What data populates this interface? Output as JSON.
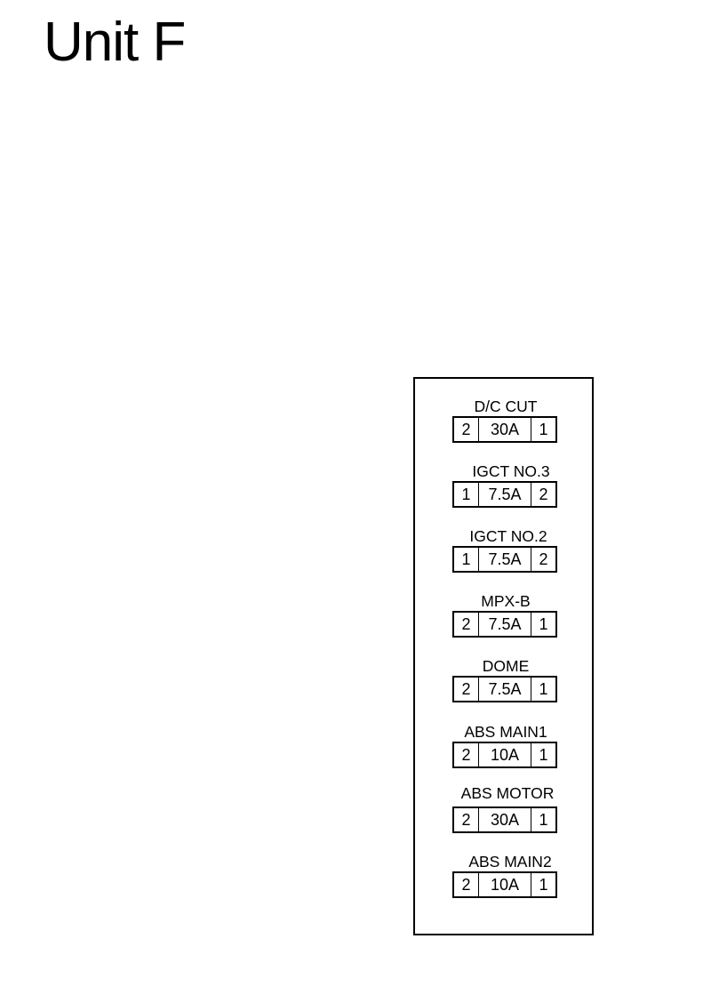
{
  "title": "Unit F",
  "fuses": [
    {
      "name": "D/C CUT",
      "left_pin": "2",
      "rating": "30A",
      "right_pin": "1"
    },
    {
      "name": "IGCT NO.3",
      "left_pin": "1",
      "rating": "7.5A",
      "right_pin": "2"
    },
    {
      "name": "IGCT NO.2",
      "left_pin": "1",
      "rating": "7.5A",
      "right_pin": "2"
    },
    {
      "name": "MPX-B",
      "left_pin": "2",
      "rating": "7.5A",
      "right_pin": "1"
    },
    {
      "name": "DOME",
      "left_pin": "2",
      "rating": "7.5A",
      "right_pin": "1"
    },
    {
      "name": "ABS MAIN1",
      "left_pin": "2",
      "rating": "10A",
      "right_pin": "1"
    },
    {
      "name": "ABS MOTOR",
      "left_pin": "2",
      "rating": "30A",
      "right_pin": "1"
    },
    {
      "name": "ABS MAIN2",
      "left_pin": "2",
      "rating": "10A",
      "right_pin": "1"
    }
  ]
}
